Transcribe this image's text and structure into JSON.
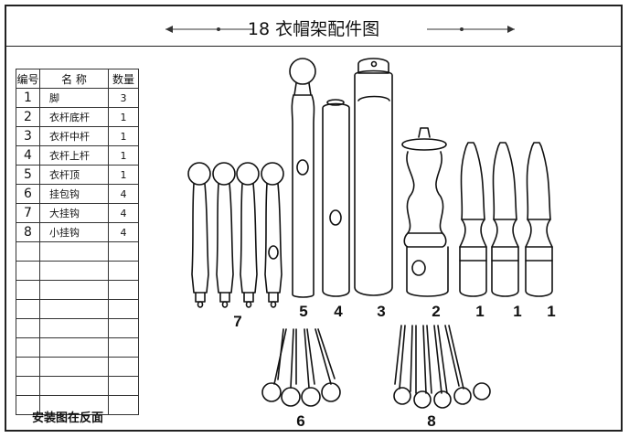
{
  "title": "18 衣帽架配件图",
  "table": {
    "headers": [
      "编号",
      "名 称",
      "数量"
    ],
    "rows": [
      {
        "no": "1",
        "name": "脚",
        "qty": "3"
      },
      {
        "no": "2",
        "name": "衣杆底杆",
        "qty": "1"
      },
      {
        "no": "3",
        "name": "衣杆中杆",
        "qty": "1"
      },
      {
        "no": "4",
        "name": "衣杆上杆",
        "qty": "1"
      },
      {
        "no": "5",
        "name": "衣杆顶",
        "qty": "1"
      },
      {
        "no": "6",
        "name": "挂包钩",
        "qty": "4"
      },
      {
        "no": "7",
        "name": "大挂钩",
        "qty": "4"
      },
      {
        "no": "8",
        "name": "小挂钩",
        "qty": "4"
      }
    ],
    "empty_rows": 9
  },
  "note": "安装图在反面",
  "part_labels": {
    "p7": "7",
    "p5": "5",
    "p4": "4",
    "p3": "3",
    "p2": "2",
    "p1a": "1",
    "p1b": "1",
    "p1c": "1",
    "p6": "6",
    "p8": "8"
  }
}
